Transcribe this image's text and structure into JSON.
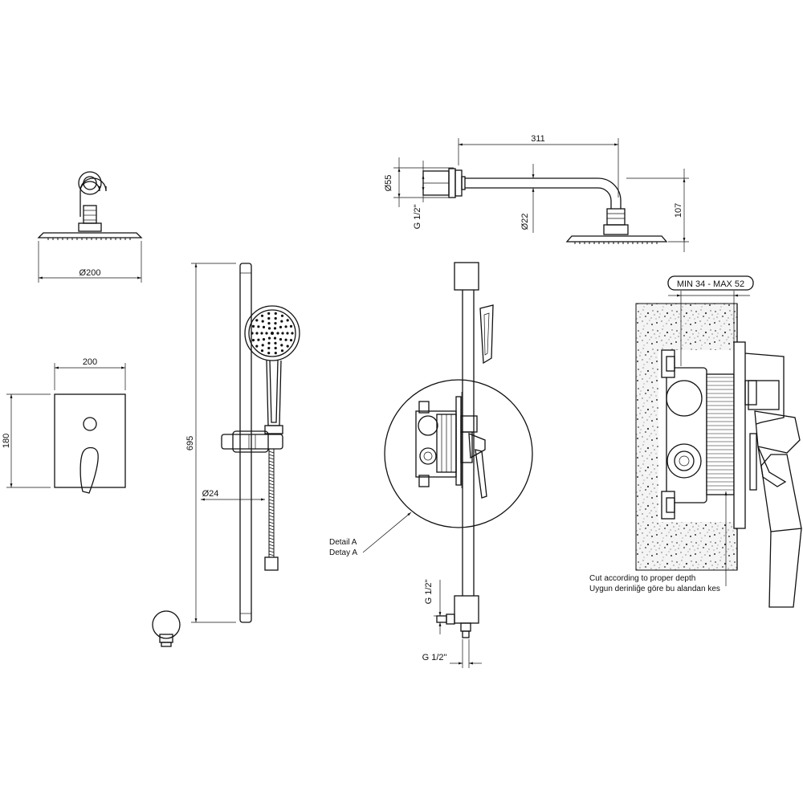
{
  "dimensions": {
    "shower_head_diameter": "Ø200",
    "plate_width": "200",
    "plate_height": "180",
    "rail_length": "695",
    "rail_diameter": "Ø24",
    "arm_length": "311",
    "arm_flange_diameter": "Ø55",
    "arm_thread": "G 1/2\"",
    "arm_diameter": "Ø22",
    "arm_drop": "107",
    "outlet_thread_vertical": "G 1/2\"",
    "outlet_thread_horizontal": "G 1/2\"",
    "install_depth": "MIN 34 - MAX 52"
  },
  "labels": {
    "detail_en": "Detail A",
    "detail_tr": "Detay A",
    "cut_note_en": "Cut according to proper depth",
    "cut_note_tr": "Uygun derinliğe göre bu alandan kes"
  }
}
